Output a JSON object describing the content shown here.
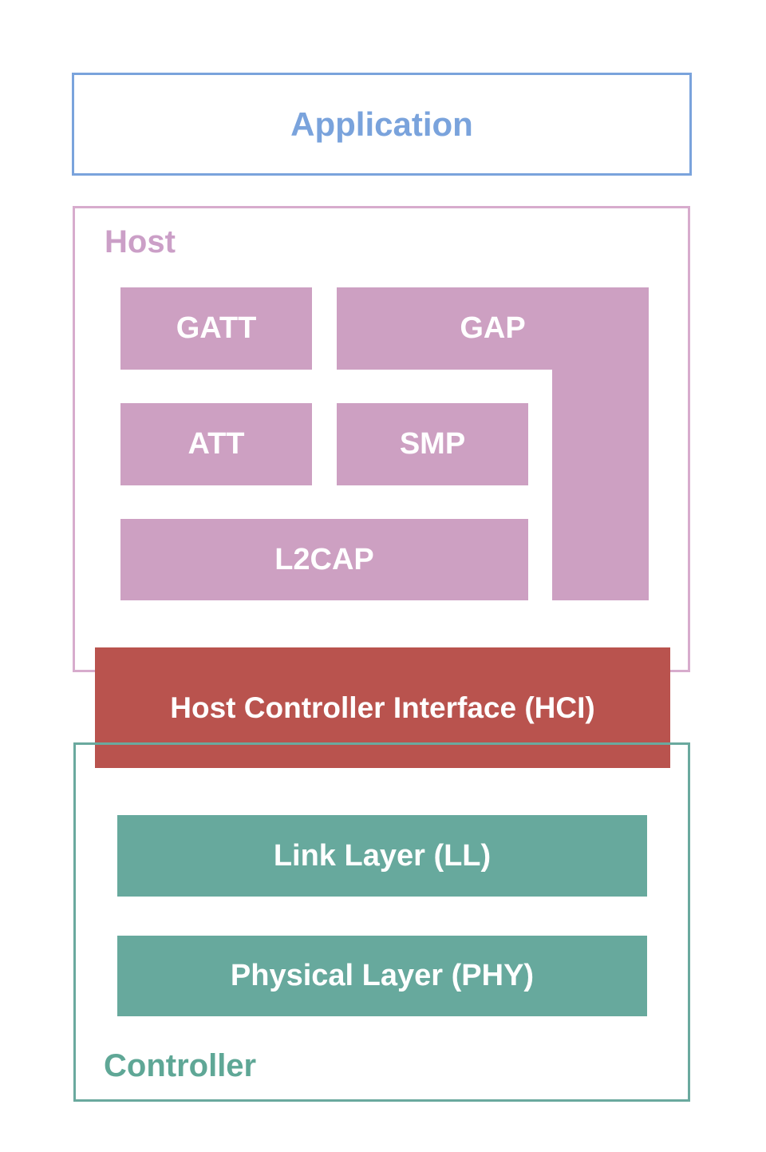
{
  "colors": {
    "application_accent": "#7aa3dc",
    "host_accent": "#cb9fc7",
    "host_border": "#d7accd",
    "host_block_fill": "#cda0c2",
    "hci_fill": "#b9534e",
    "controller_accent": "#5fa796",
    "controller_border": "#6aa99e",
    "controller_block_fill": "#67a99d",
    "block_text": "#ffffff"
  },
  "application": {
    "label": "Application"
  },
  "host": {
    "label": "Host",
    "blocks": {
      "gatt": "GATT",
      "gap": "GAP",
      "att": "ATT",
      "smp": "SMP",
      "l2cap": "L2CAP"
    }
  },
  "hci": {
    "label": "Host Controller Interface (HCI)"
  },
  "controller": {
    "label": "Controller",
    "blocks": {
      "link_layer": "Link Layer (LL)",
      "physical_layer": "Physical Layer (PHY)"
    }
  }
}
